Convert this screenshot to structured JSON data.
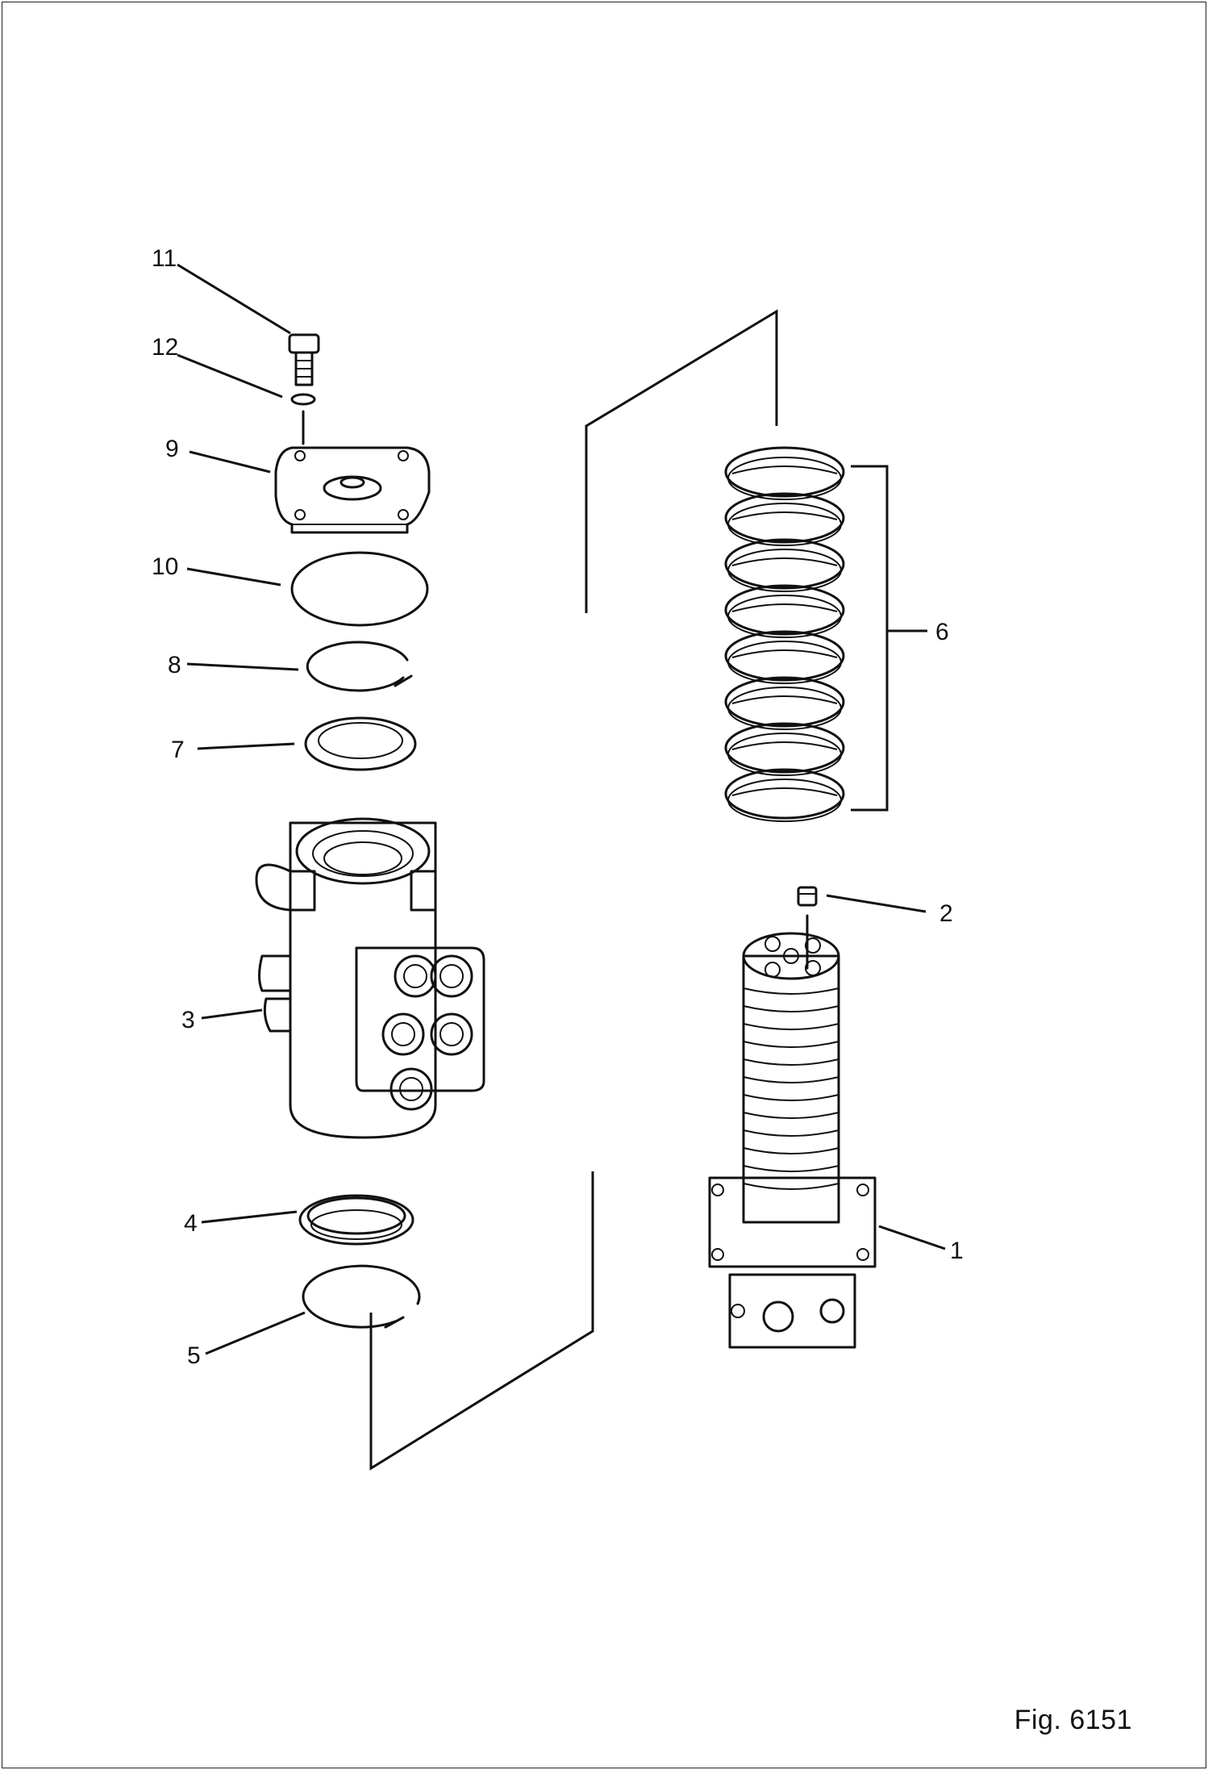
{
  "figure": {
    "label": "Fig. 6151"
  },
  "callouts": {
    "c1": "1",
    "c2": "2",
    "c3": "3",
    "c4": "4",
    "c5": "5",
    "c6": "6",
    "c7": "7",
    "c8": "8",
    "c9": "9",
    "c10": "10",
    "c11": "11",
    "c12": "12"
  }
}
